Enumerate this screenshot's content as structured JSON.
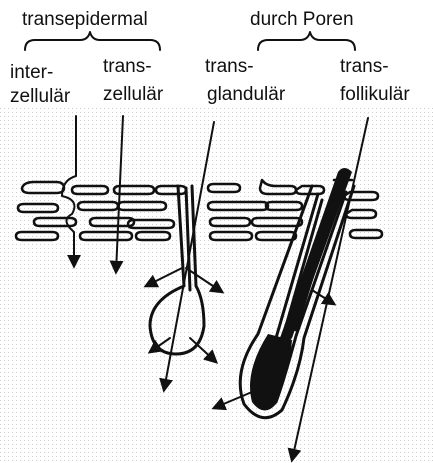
{
  "labels": {
    "transepidermal": "transepidermal",
    "durch_poren": "durch Poren",
    "interzellular_1": "inter-",
    "interzellular_2": "zellulär",
    "transzellular_1": "trans-",
    "transzellular_2": "zellulär",
    "transglandular_1": "trans-",
    "transglandular_2": "glandulär",
    "transfollikular_1": "trans-",
    "transfollikular_2": "follikulär"
  },
  "colors": {
    "ink": "#111111",
    "background": "#ffffff",
    "grid": "#dddddd"
  }
}
